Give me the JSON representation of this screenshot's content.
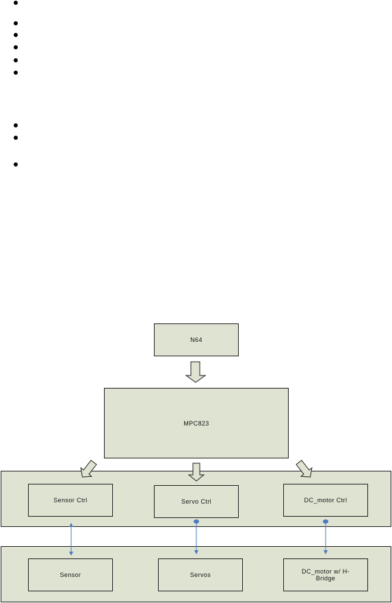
{
  "blocks": {
    "n64": "N64",
    "mpc823": "MPC823",
    "sensor_ctrl": "Sensor Ctrl",
    "servo_ctrl": "Servo Ctrl",
    "dc_motor_ctrl": "DC_motor Ctrl",
    "sensor": "Sensor",
    "servos": "Servos",
    "dc_motor_hbridge": "DC_motor w/ H-Bridge"
  },
  "colors": {
    "box_fill": "#dfe4d2",
    "box_border": "#1e1e1e",
    "connector_blue": "#4a78c0",
    "bullet": "#000000"
  }
}
